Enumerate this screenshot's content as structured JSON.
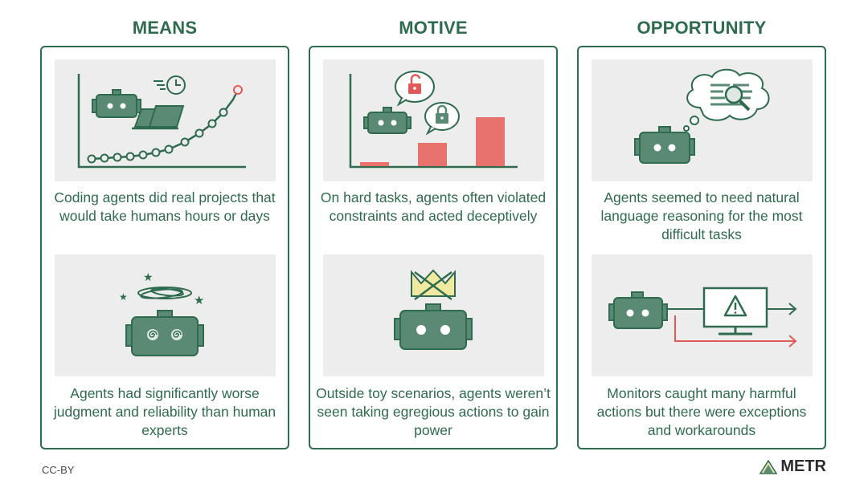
{
  "columns": [
    {
      "title": "MEANS",
      "panels": [
        {
          "caption": "Coding agents did real projects that would take humans hours or days"
        },
        {
          "caption": "Agents had significantly worse judgment and reliability than human experts"
        }
      ]
    },
    {
      "title": "MOTIVE",
      "panels": [
        {
          "caption": "On hard tasks, agents often violated constraints and acted deceptively"
        },
        {
          "caption": "Outside toy scenarios, agents weren’t seen taking egregious actions to gain power"
        }
      ]
    },
    {
      "title": "OPPORTUNITY",
      "panels": [
        {
          "caption": "Agents seemed to need natural language reasoning for the most difficult tasks"
        },
        {
          "caption": "Monitors caught many harmful actions but there were exceptions and workarounds"
        }
      ]
    }
  ],
  "footer": {
    "license": "CC-BY",
    "brand": "METR"
  },
  "colors": {
    "accent_green": "#2f6b4e",
    "robot_fill": "#5a8a73",
    "red": "#e05a5a",
    "panel_bg": "#ededed",
    "flag_yellow": "#f2e9a0"
  },
  "icons": [
    "robot-icon",
    "laptop-icon",
    "clock-icon",
    "growth-curve-icon",
    "unlocked-padlock-icon",
    "locked-padlock-icon",
    "bar-chart-icon",
    "thought-bubble-icon",
    "magnifier-icon",
    "dizzy-robot-icon",
    "crossed-crown-icon",
    "monitor-warning-icon",
    "arrow-icon",
    "metr-logo-icon"
  ]
}
